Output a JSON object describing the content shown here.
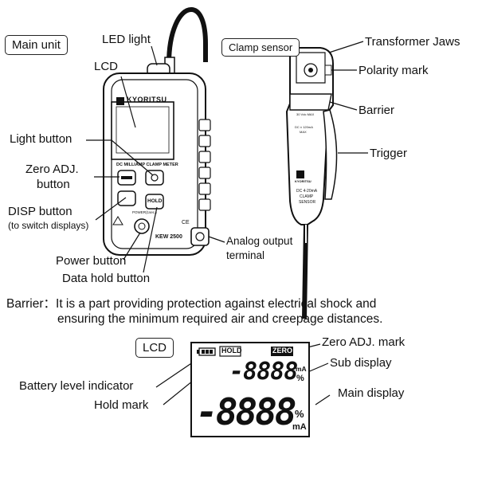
{
  "labels": {
    "main_unit": "Main unit",
    "clamp_sensor": "Clamp sensor",
    "led_light": "LED light",
    "lcd_top": "LCD",
    "light_button": "Light button",
    "zero_adj_button_1": "Zero ADJ.",
    "zero_adj_button_2": "button",
    "disp_button": "DISP button",
    "disp_button_sub": "(to switch displays)",
    "power_button": "Power button",
    "data_hold_button": "Data hold button",
    "analog_output_1": "Analog output",
    "analog_output_2": "terminal",
    "transformer_jaws": "Transformer Jaws",
    "polarity_mark": "Polarity mark",
    "barrier": "Barrier",
    "trigger": "Trigger"
  },
  "device": {
    "brand": "KYORITSU",
    "panel_title": "DC MILLIAMP CLAMP METER",
    "hold_key": "HOLD",
    "power_text": "POWER(1sec.)",
    "model": "KEW 2500",
    "ce_mark": "CE"
  },
  "sensor": {
    "brand": "KYORITSU",
    "spec_1": "30 Vdc MAX",
    "spec_2": "DC ± 120mA",
    "spec_3": "MAX",
    "name_1": "DC 4-20mA",
    "name_2": "CLAMP",
    "name_3": "SENSOR"
  },
  "barrier_note": {
    "line1": "Barrier：It is a part providing protection against electrical shock and",
    "line2": "ensuring the minimum required air and creepage distances."
  },
  "lcd_section": {
    "title": "LCD",
    "hold_tag": "HOLD",
    "zero_tag": "ZERO",
    "sub_digits": "-8888",
    "main_digits": "-8888",
    "unit_ma": "mA",
    "unit_pct": "%",
    "zero_adj_mark": "Zero ADJ. mark",
    "sub_display": "Sub display",
    "battery_indicator": "Battery level indicator",
    "main_display": "Main display",
    "hold_mark": "Hold mark"
  }
}
